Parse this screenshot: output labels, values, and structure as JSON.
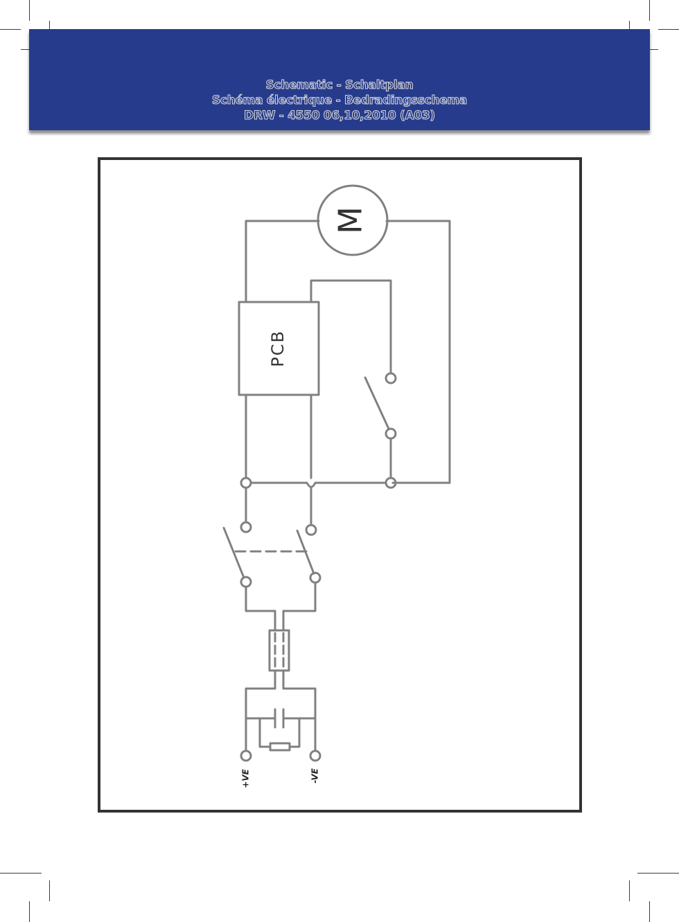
{
  "header": {
    "line1": "Schematic - Schaltplan",
    "line2": "Schéma électrique -  Bedradingsschema",
    "line3": "DRW - 4550  06,10,2010 (A03)",
    "banner_color": "#263b8c"
  },
  "diagram": {
    "motor_label": "M",
    "pcb_label": "PCB",
    "positive_label": "+VE",
    "negative_label": "-VE",
    "line_color": "#808080"
  }
}
